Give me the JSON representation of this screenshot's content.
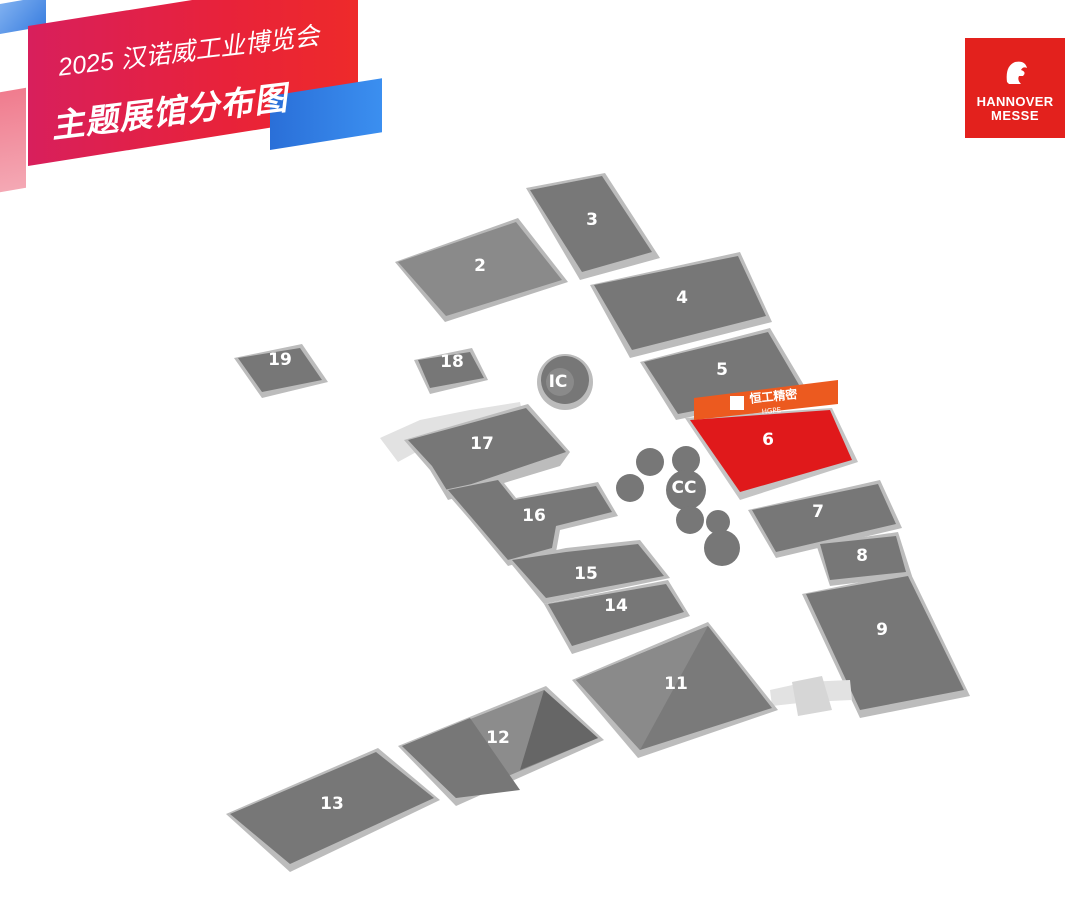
{
  "title": {
    "line1": "2025 汉诺威工业博览会",
    "line2": "主题展馆分布图"
  },
  "logo": {
    "icon": "hannover-messe-head-icon",
    "line1": "HANNOVER",
    "line2": "MESSE",
    "color": "#e3211d"
  },
  "highlight": {
    "hall": "6",
    "company_cn": "恒工精密",
    "company_en": "HGPE",
    "color": "#e0191b",
    "tag_color": "#ec5a1f"
  },
  "halls": {
    "h2": "2",
    "h3": "3",
    "h4": "4",
    "h5": "5",
    "h6": "6",
    "h7": "7",
    "h8": "8",
    "h9": "9",
    "h11": "11",
    "h12": "12",
    "h13": "13",
    "h14": "14",
    "h15": "15",
    "h16": "16",
    "h17": "17",
    "h18": "18",
    "h19": "19",
    "ic": "IC",
    "cc": "CC"
  },
  "colors": {
    "hall": "#7c7c7c",
    "hall_top": "#8a8a8a",
    "side": "#bdbdbd",
    "connector": "#e2e2e2"
  }
}
